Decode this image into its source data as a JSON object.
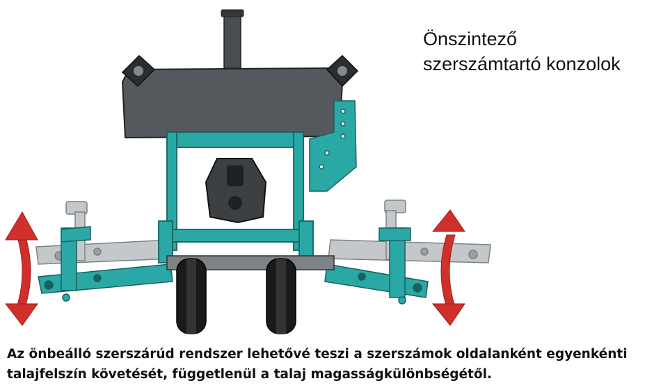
{
  "title": {
    "line1": "Önszintező",
    "line2": "szerszámtartó konzolok"
  },
  "caption": {
    "line1": "Az önbeálló szerszárúd rendszer lehetővé teszi a szerszámok oldalanként egyenkénti",
    "line2": "talajfelszín követését, függetlenül a talaj magasságkülönbségétől."
  },
  "colors": {
    "frame_teal": "#2aa8a6",
    "frame_teal_dark": "#1b7d7b",
    "box_gray": "#555a5e",
    "box_dark": "#2b2e31",
    "wheel_black": "#1a1a1a",
    "arm_gray": "#b8bcbe",
    "arrow_red": "#d0302a"
  },
  "icons": [
    "left-curved-double-arrow-icon",
    "right-curved-double-arrow-icon"
  ]
}
